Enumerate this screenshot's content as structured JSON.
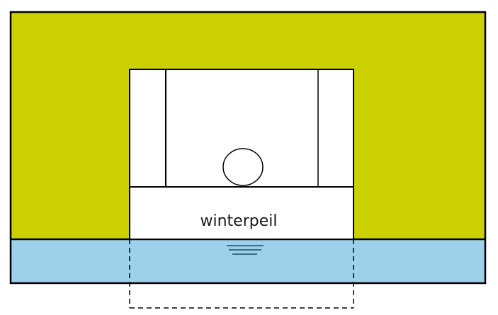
{
  "diagram": {
    "type": "cross-section",
    "labels": {
      "level_label": "winterpeil"
    },
    "colors": {
      "soil": "#cbd100",
      "water": "#9dd1eb",
      "structure": "#ffffff",
      "stroke": "#000000",
      "water_symbol": "#1f4a66"
    },
    "elements": {
      "soil_layer": "soil-layer",
      "water_layer": "water-layer",
      "structure": "structure-box",
      "pipe": "pipe-circle",
      "dashed_extension": "dashed-outline",
      "water_level_symbol": "water-level-icon"
    }
  }
}
